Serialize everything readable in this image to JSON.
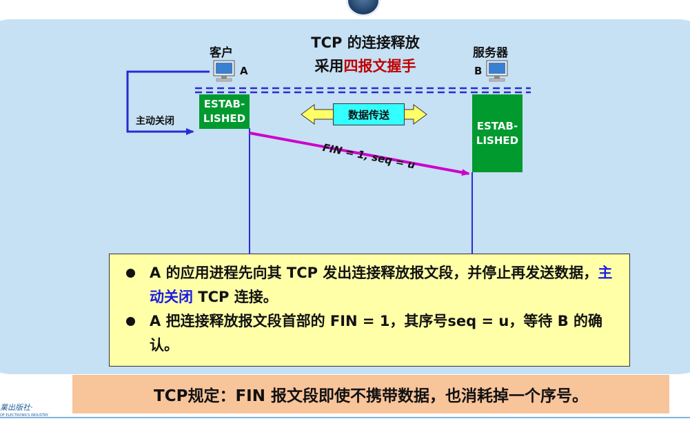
{
  "title": {
    "line1": "TCP 的连接释放",
    "line2_prefix": "采用",
    "line2_highlight": "四报文握手"
  },
  "client": {
    "label": "客户",
    "letter": "A",
    "state": [
      "ESTAB-",
      "LISHED"
    ]
  },
  "server": {
    "label": "服务器",
    "letter": "B",
    "state": [
      "ESTAB-",
      "LISHED"
    ]
  },
  "active_close_label": "主动关闭",
  "data_transfer_label": "数据传送",
  "fin_segment_label": "FIN = 1, seq = u",
  "notes": [
    {
      "before": "A 的应用进程先向其 TCP 发出连接释放报文段，并停止再发送数据，",
      "highlight": "主动关闭",
      "after": " TCP 连接。"
    },
    {
      "text": "A 把连接释放报文段首部的 FIN = 1，其序号seq = u，等待 B 的确认。"
    }
  ],
  "rule_text": "TCP规定：FIN 报文段即使不携带数据，也消耗掉一个序号。",
  "publisher_text": "業出版社·",
  "publisher_sub": "OF ELECTRONICS INDUSTRY",
  "colors": {
    "panel": "#c6e0f4",
    "established": "#009a2e",
    "fin_arrow": "#cc00cc",
    "timeline": "#2a2ad0",
    "data_transfer": "#33ffff",
    "note_bg": "#ffffa8",
    "rule_bg": "#f8c49a",
    "highlight_red": "#c00000"
  },
  "icons": {
    "client": "computer-icon",
    "server": "computer-icon"
  }
}
